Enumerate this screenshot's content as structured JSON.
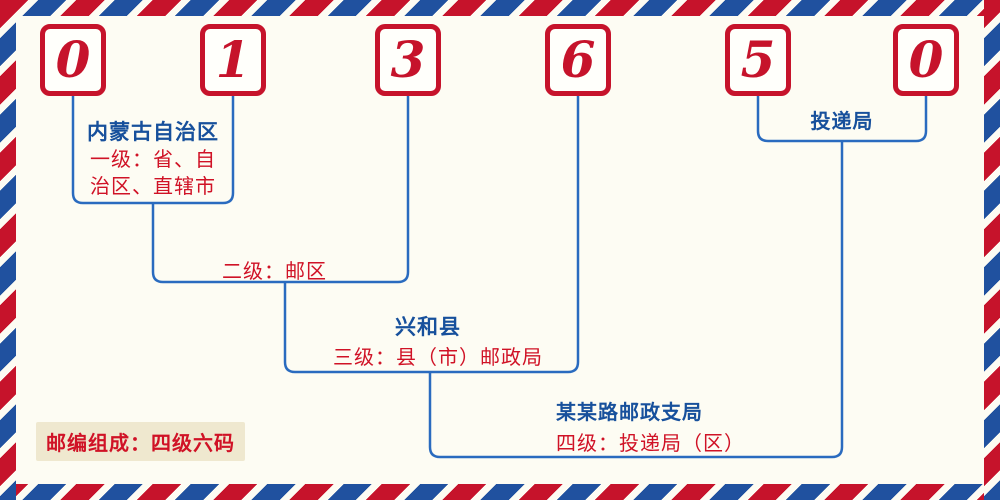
{
  "postal_code": {
    "digits": [
      "0",
      "1",
      "3",
      "6",
      "5",
      "0"
    ]
  },
  "annotations": {
    "level1_region": "内蒙古自治区",
    "level1_label": "一级：省、自治区、直辖市",
    "level2_label": "二级：邮区",
    "level3_region": "兴和县",
    "level3_label": "三级：县（市）邮政局",
    "level4_region": "某某路邮政支局",
    "level4_label": "四级：投递局（区）",
    "delivery_label": "投递局",
    "composition_note": "邮编组成：四级六码"
  },
  "colors": {
    "digit_red": "#c6132b",
    "label_red": "#d01226",
    "label_blue": "#17509c",
    "line_blue": "#2a6bbf",
    "stripe_red": "#c6132b",
    "stripe_blue": "#20519f",
    "background": "#fdfcf3",
    "note_background": "#efe8cf"
  }
}
